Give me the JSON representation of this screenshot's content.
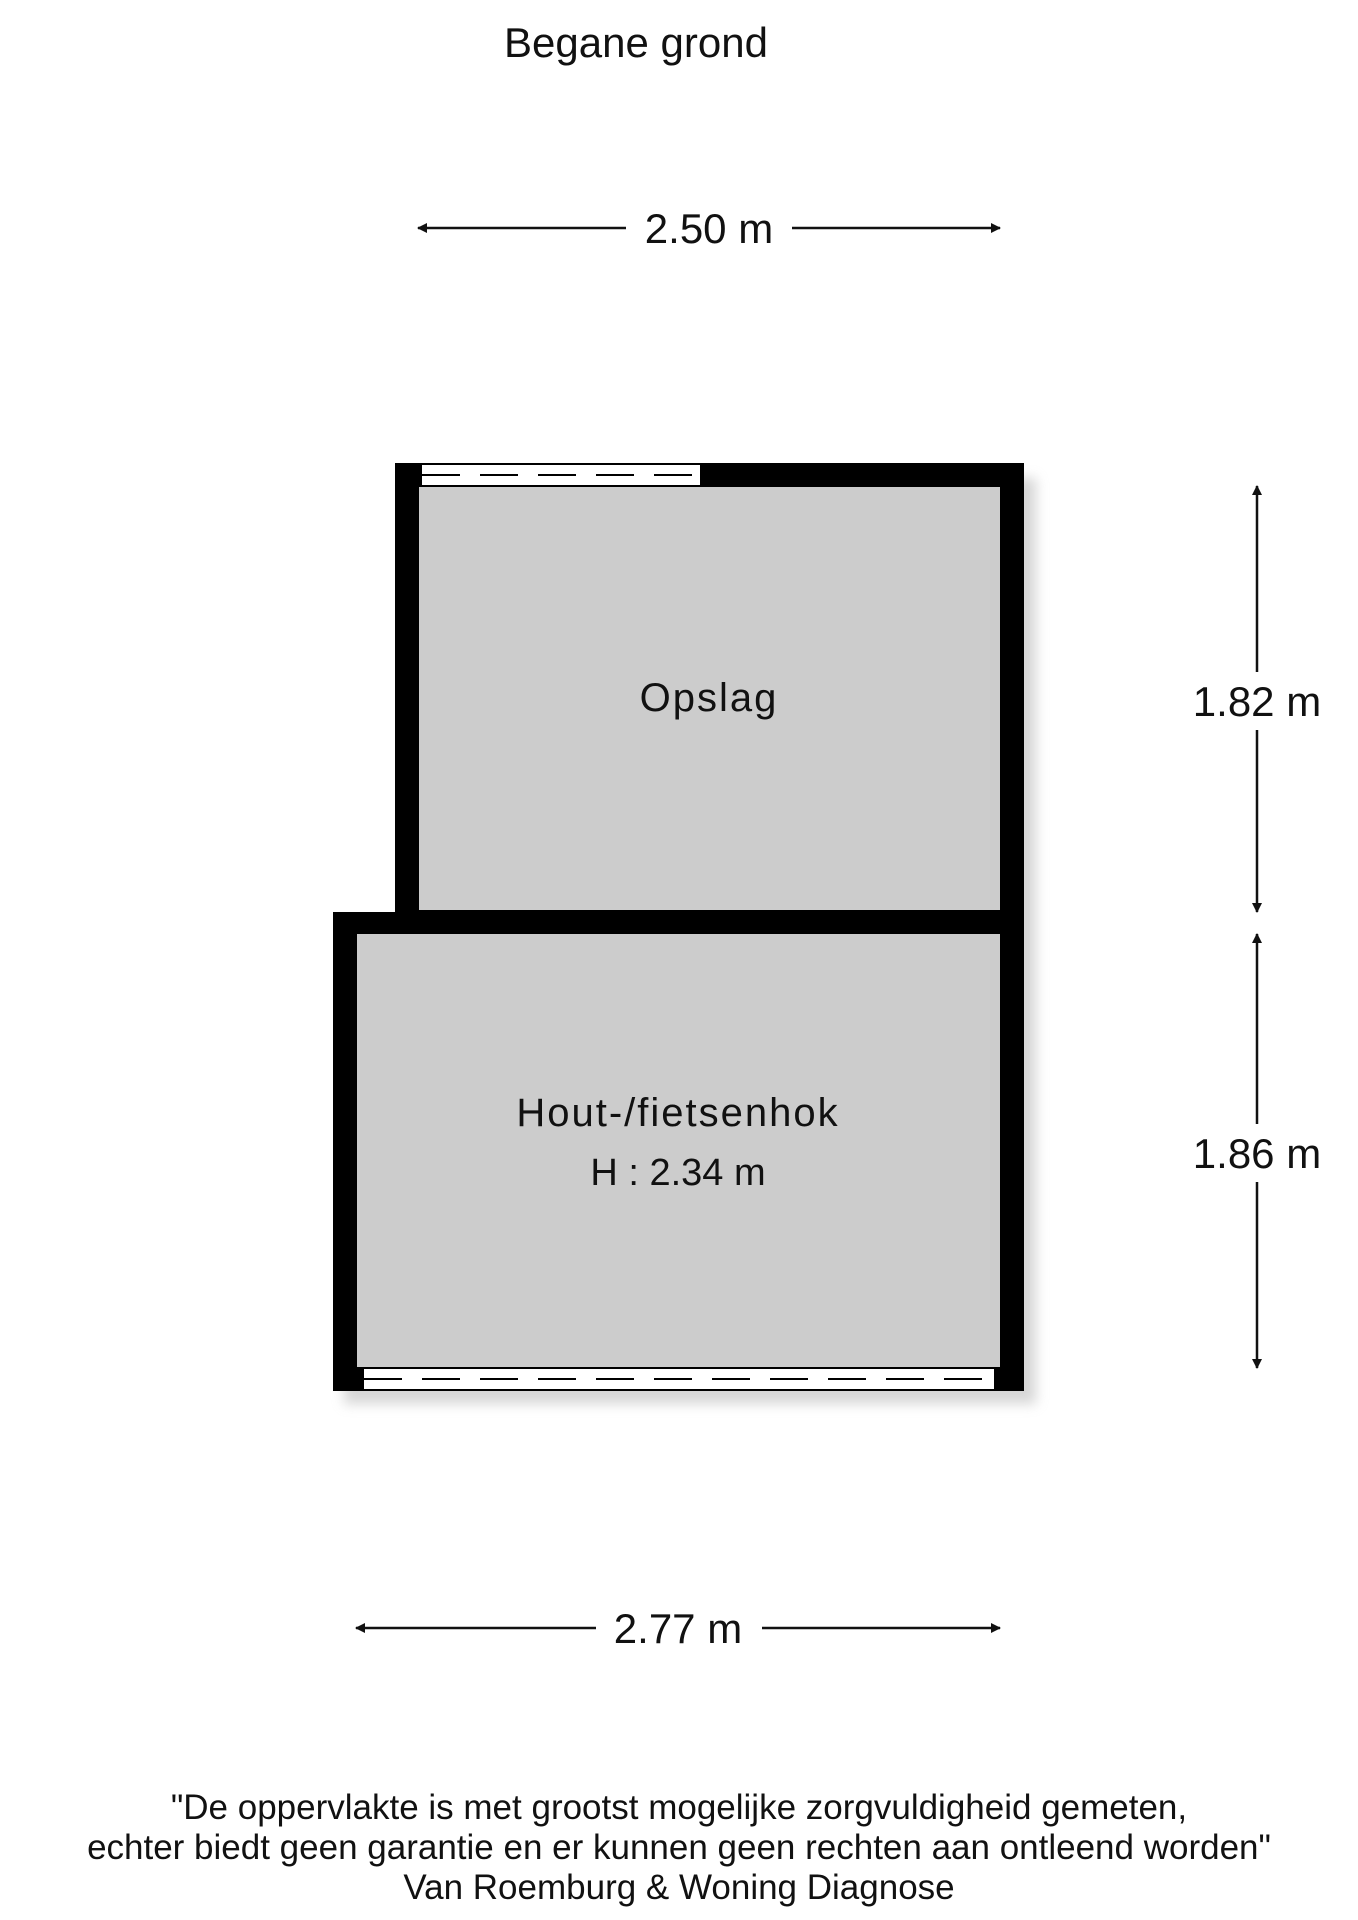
{
  "floor_title": "Begane grond",
  "dimensions": {
    "top_width": "2.50 m",
    "bottom_width": "2.77 m",
    "right_upper": "1.82 m",
    "right_lower": "1.86 m"
  },
  "rooms": [
    {
      "name": "Opslag"
    },
    {
      "name": "Hout-/fietsenhok",
      "height": "H : 2.34 m"
    }
  ],
  "disclaimer": {
    "line1": "\"De oppervlakte is met grootst mogelijke zorgvuldigheid gemeten,",
    "line2": "echter biedt geen garantie en er kunnen geen rechten aan ontleend worden\"",
    "line3": "Van Roemburg & Woning Diagnose"
  },
  "colors": {
    "wall": "#000000",
    "floor": "#cccccc",
    "shadow": "#b5b5b5",
    "background": "#ffffff"
  }
}
